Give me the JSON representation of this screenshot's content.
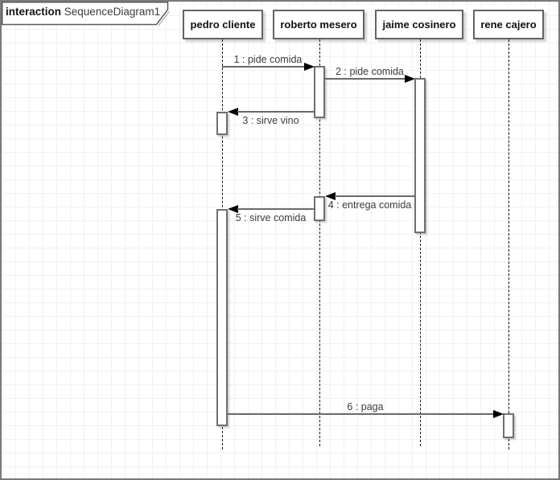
{
  "frame": {
    "keyword": "interaction",
    "name": "SequenceDiagram1"
  },
  "lifelines": [
    {
      "name": "pedro cliente"
    },
    {
      "name": "roberto mesero"
    },
    {
      "name": "jaime cosinero"
    },
    {
      "name": "rene cajero"
    }
  ],
  "messages": [
    {
      "label": "1 : pide comida",
      "from": "pedro cliente",
      "to": "roberto mesero",
      "direction": "right"
    },
    {
      "label": "2 : pide comida",
      "from": "roberto mesero",
      "to": "jaime cosinero",
      "direction": "right"
    },
    {
      "label": "3 : sirve vino",
      "from": "roberto mesero",
      "to": "pedro cliente",
      "direction": "left"
    },
    {
      "label": "4 : entrega comida",
      "from": "jaime cosinero",
      "to": "roberto mesero",
      "direction": "left"
    },
    {
      "label": "5 : sirve comida",
      "from": "roberto mesero",
      "to": "pedro cliente",
      "direction": "left"
    },
    {
      "label": "6 : paga",
      "from": "pedro cliente",
      "to": "rene cajero",
      "direction": "right"
    }
  ],
  "colors": {
    "message_line": "#696969",
    "shape_border": "#6f6f6f",
    "arrowhead": "#000000",
    "grid": "#f1f1f1",
    "label_text": "#3c3c3c"
  }
}
